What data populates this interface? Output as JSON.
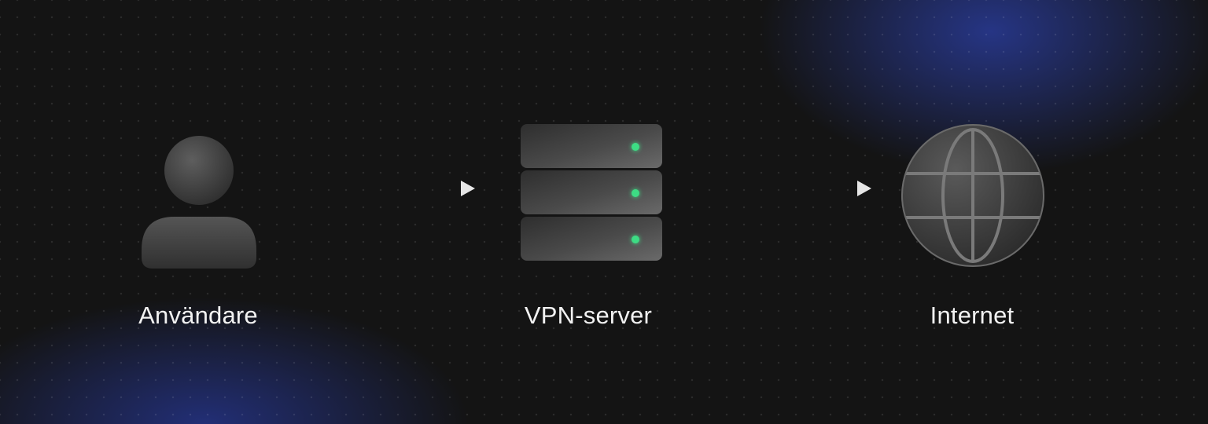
{
  "nodes": [
    {
      "id": "user",
      "label": "Användare",
      "icon": "user-icon"
    },
    {
      "id": "vpn",
      "label": "VPN-server",
      "icon": "server-icon"
    },
    {
      "id": "internet",
      "label": "Internet",
      "icon": "globe-icon"
    }
  ],
  "edges": [
    {
      "from": "user",
      "to": "vpn"
    },
    {
      "from": "vpn",
      "to": "internet"
    }
  ],
  "colors": {
    "background": "#141414",
    "glow": "#2c40aa",
    "label": "#f2f2f2",
    "status_led": "#3ddc84",
    "icon_fill": "#4a4a4a"
  }
}
